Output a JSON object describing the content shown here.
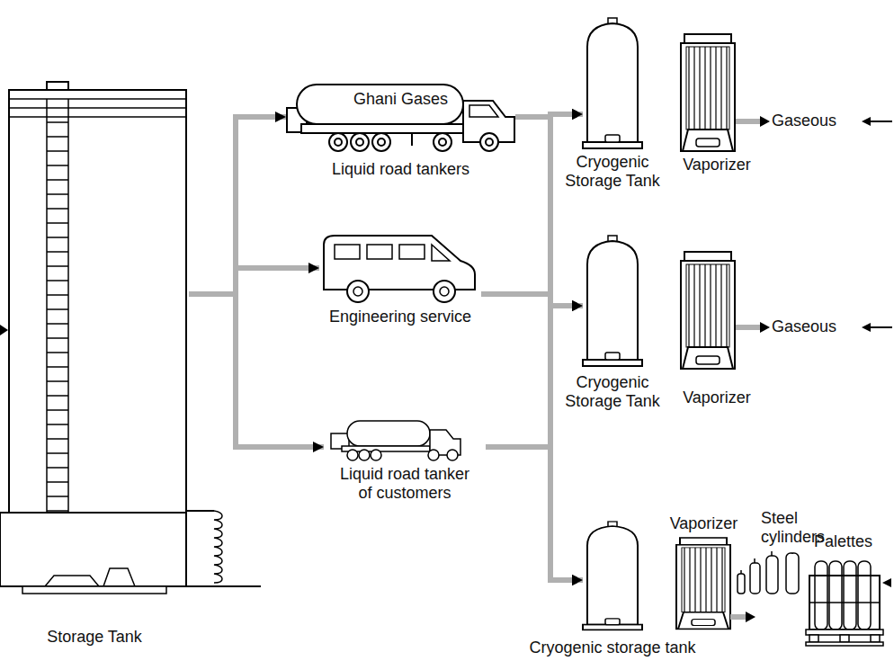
{
  "diagram": {
    "nodes": [
      {
        "text": [
          "Storage Tank"
        ]
      },
      {
        "text": [
          "Ghani Gases",
          "Liquid road tankers"
        ]
      },
      {
        "text": [
          "Engineering service"
        ]
      },
      {
        "text": [
          "Liquid road tanker of customers"
        ]
      },
      {
        "text": [
          "Cryogenic Storage Tank"
        ]
      },
      {
        "text": [
          "Vaporizer"
        ]
      },
      {
        "text": [
          "Cryogenic Storage Tank"
        ]
      },
      {
        "text": [
          "Vaporizer"
        ]
      },
      {
        "text": [
          "Cryogenic storage tank"
        ]
      },
      {
        "text": [
          "Vaporizer"
        ]
      }
    ],
    "edges": [
      {
        "from": 0,
        "to": 1,
        "arrow": "to"
      },
      {
        "from": 0,
        "to": 2,
        "arrow": "to"
      },
      {
        "from": 0,
        "to": 3,
        "arrow": "to"
      },
      {
        "from": 1,
        "to": 4,
        "arrow": "to"
      },
      {
        "from": 1,
        "to": 6,
        "arrow": "to"
      },
      {
        "from": 1,
        "to": 8,
        "arrow": "to"
      },
      {
        "from": 2,
        "to": 4,
        "arrow": "to"
      },
      {
        "from": 2,
        "to": 6,
        "arrow": "to"
      },
      {
        "from": 2,
        "to": 8,
        "arrow": "to"
      },
      {
        "from": 3,
        "to": 4,
        "arrow": "to"
      },
      {
        "from": 3,
        "to": 6,
        "arrow": "to"
      },
      {
        "from": 3,
        "to": 8,
        "arrow": "to"
      }
    ],
    "labels": [
      "Gaseous",
      "Gaseous",
      "Steel cylinders",
      "Palettes"
    ]
  }
}
